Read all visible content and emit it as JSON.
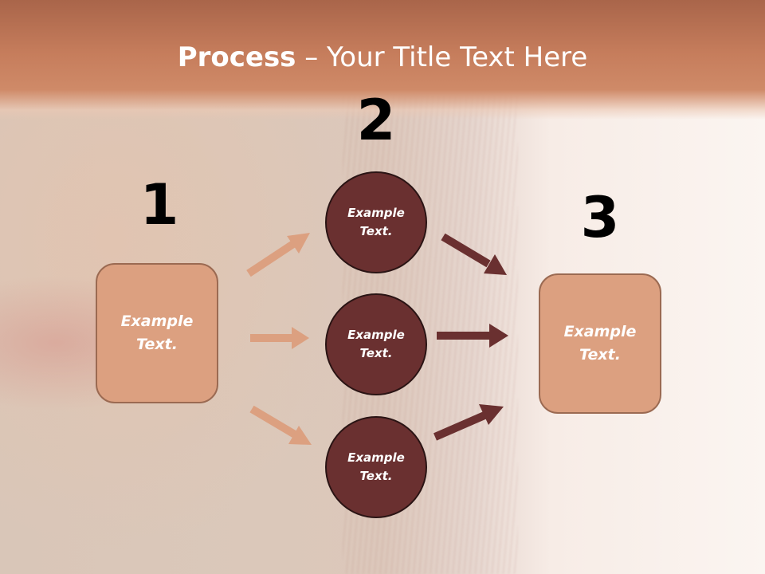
{
  "title": {
    "bold": "Process",
    "rest": " – Your Title Text Here"
  },
  "steps": [
    {
      "number": "1",
      "text": "Example Text."
    },
    {
      "number": "2",
      "text": "Example Text."
    },
    {
      "number": "3",
      "text": "Example Text."
    }
  ],
  "middle_nodes": [
    {
      "text": "Example Text."
    },
    {
      "text": "Example Text."
    },
    {
      "text": "Example Text."
    }
  ],
  "colors": {
    "header": "#c67d5c",
    "box_fill": "#dca080",
    "circle_fill": "#6a3030",
    "arrow_left": "#dca080",
    "arrow_right": "#6a3030"
  }
}
